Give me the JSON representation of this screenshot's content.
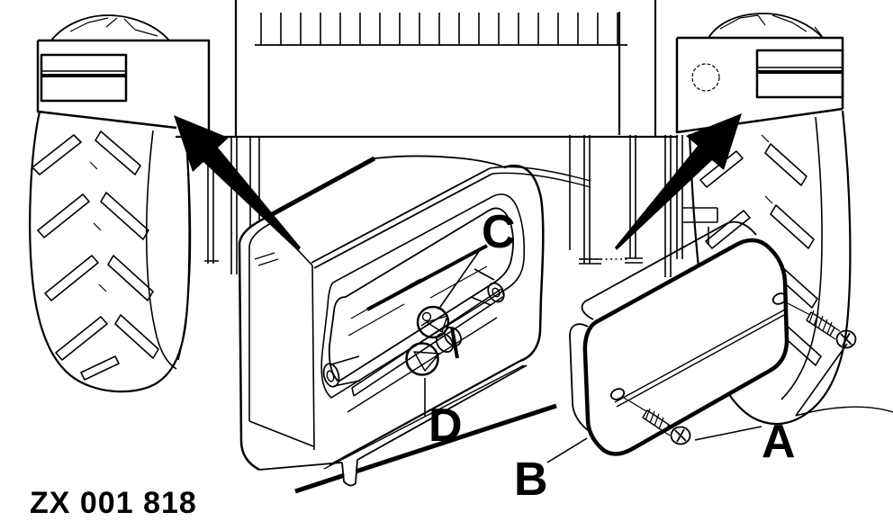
{
  "figure": {
    "code": "ZX 001 818",
    "callouts": {
      "a": "A",
      "b": "B",
      "c": "C",
      "d": "D"
    }
  },
  "colors": {
    "ink": "#000000",
    "paper": "#ffffff"
  }
}
